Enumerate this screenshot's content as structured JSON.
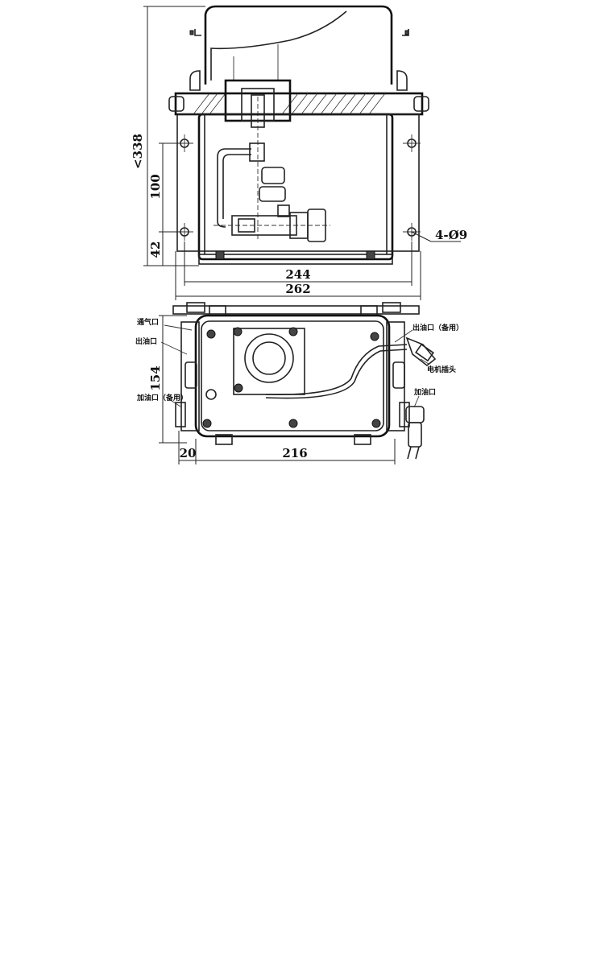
{
  "top_view": {
    "dimensions": {
      "total_height": "<338",
      "hole_spacing": "100",
      "bottom_offset": "42",
      "hole_pitch_width": "244",
      "overall_width": "262",
      "hole_callout": "4-Ø9"
    }
  },
  "bottom_view": {
    "dimensions": {
      "depth": "154",
      "edge_offset": "20",
      "width": "216"
    },
    "labels": {
      "vent_port": "通气口",
      "outlet_port_left": "出油口",
      "fill_port_spare": "加油口（备用）",
      "outlet_port_spare": "出油口（备用）",
      "motor_connector": "电机插头",
      "fill_port": "加油口"
    }
  }
}
